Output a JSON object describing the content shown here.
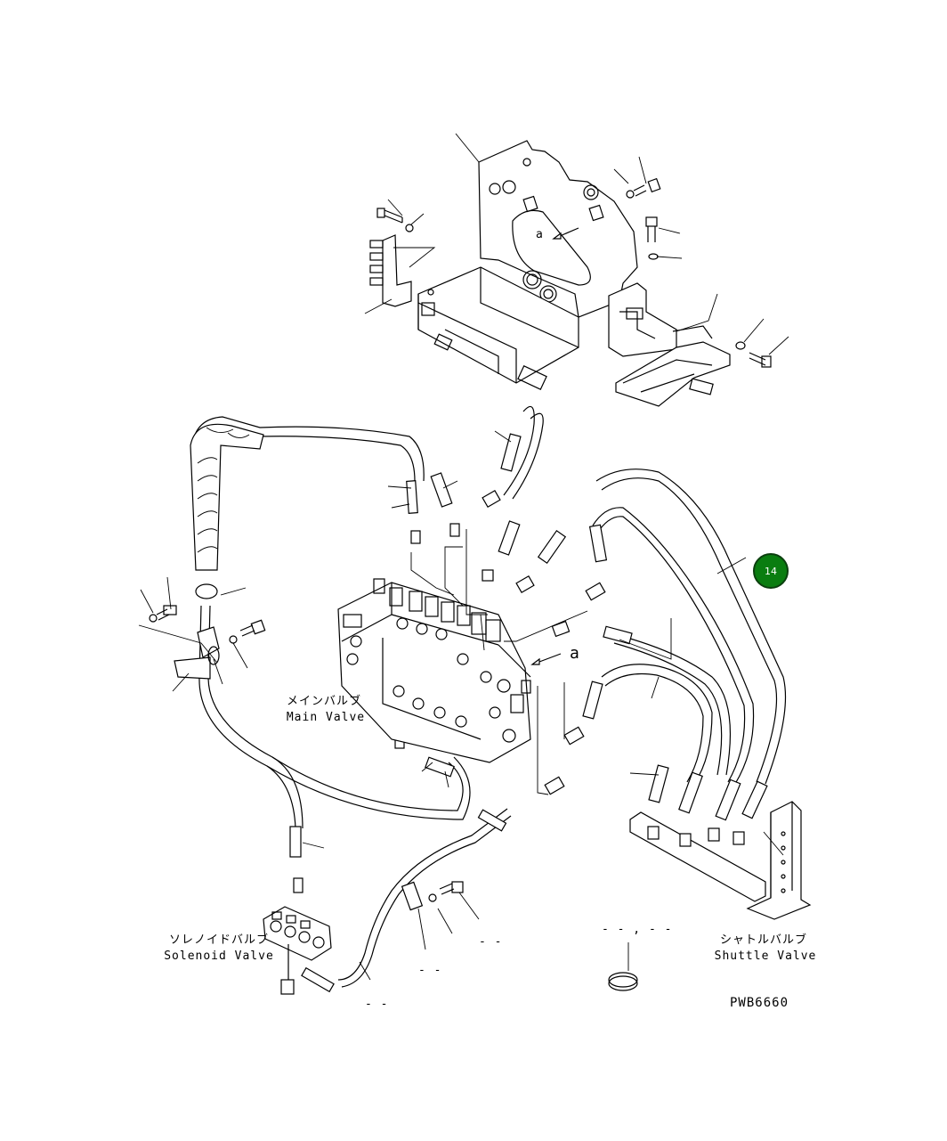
{
  "callout": {
    "number": "14"
  },
  "labels": {
    "main_valve_jp": "メインバルブ",
    "main_valve_en": "Main Valve",
    "solenoid_valve_jp": "ソレノイドバルブ",
    "solenoid_valve_en": "Solenoid Valve",
    "shuttle_valve_jp": "シャトルバルブ",
    "shuttle_valve_en": "Shuttle Valve",
    "ref_a_upper": "a",
    "ref_a_lower": "a",
    "drawing_code": "PWB6660"
  },
  "dash_marks": {
    "clamp_pair": "- - , - -",
    "m1": "- -",
    "m2": "- -",
    "m3": "- -"
  },
  "colors": {
    "line": "#000000",
    "callout_fill": "#0a7d10",
    "background": "#ffffff"
  }
}
